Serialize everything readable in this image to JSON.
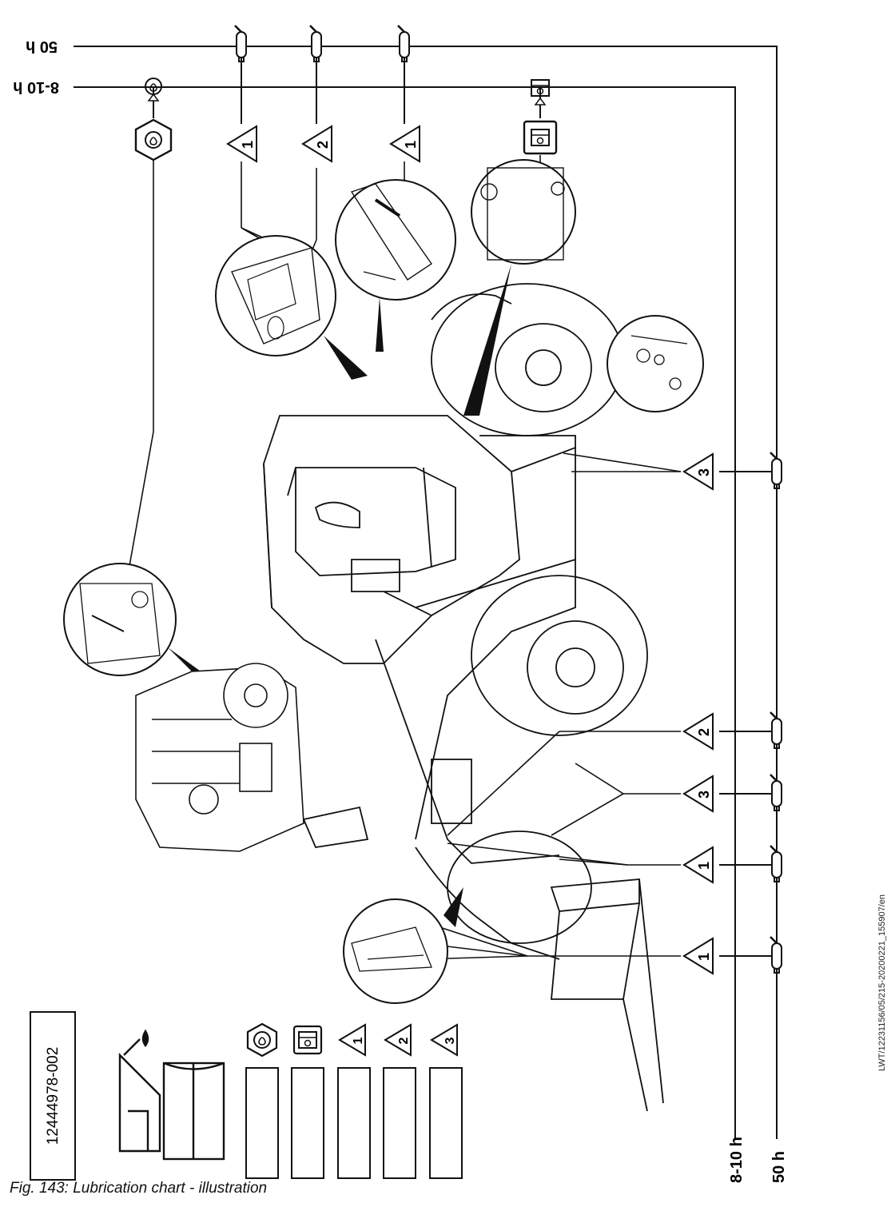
{
  "figure": {
    "caption": "Fig. 143: Lubrication chart - illustration",
    "doc_ref": "LWT/12231156/05/215-20200221_155907/en",
    "part_number": "12444978-002"
  },
  "intervals": {
    "top_50": "50 h",
    "top_8_10": "8-10 h",
    "bottom_8_10": "8-10 h",
    "bottom_50": "50 h"
  },
  "markers": {
    "top": [
      "1",
      "2",
      "1"
    ],
    "right": [
      "3",
      "2",
      "3",
      "1",
      "1"
    ]
  },
  "legend": {
    "symbols": [
      "engine-oil-icon",
      "fluid-reservoir-icon",
      "1",
      "2",
      "3"
    ]
  }
}
